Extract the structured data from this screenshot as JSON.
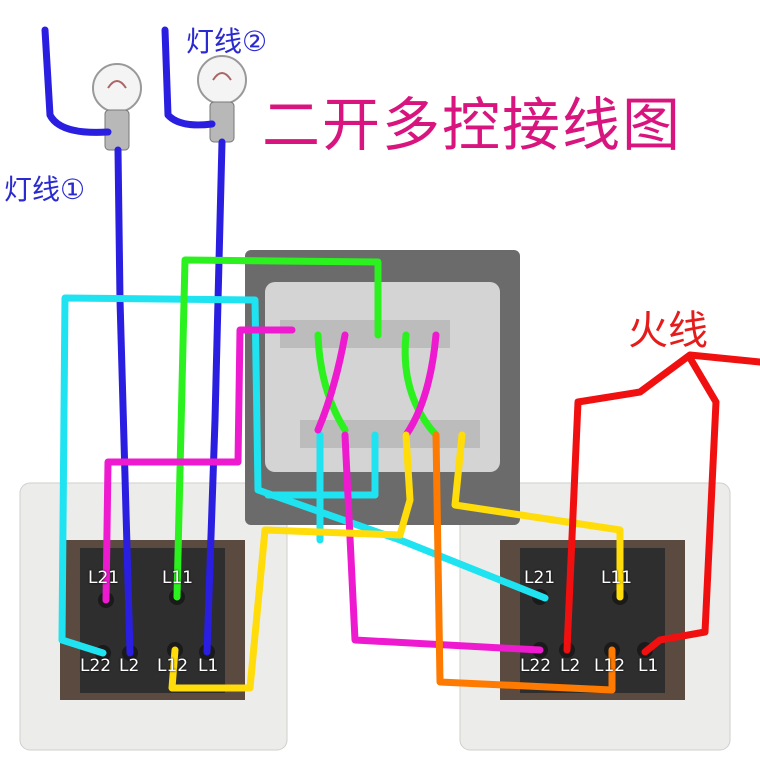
{
  "title": "二开多控接线图",
  "lamp_wire_1": "灯线①",
  "lamp_wire_2": "灯线②",
  "live_wire": "火线",
  "left_switch": {
    "terminals": [
      "L21",
      "L11",
      "L22",
      "L2",
      "L12",
      "L1"
    ]
  },
  "right_switch": {
    "terminals": [
      "L21",
      "L11",
      "L22",
      "L2",
      "L12",
      "L1"
    ]
  },
  "colors": {
    "title": "#d8157f",
    "lamp_wire": "#2a1ee0",
    "green": "#2bf21e",
    "cyan": "#1fe3f0",
    "magenta": "#ee1ad0",
    "yellow": "#ffdc0a",
    "orange": "#ff7a00",
    "red": "#f01010"
  }
}
